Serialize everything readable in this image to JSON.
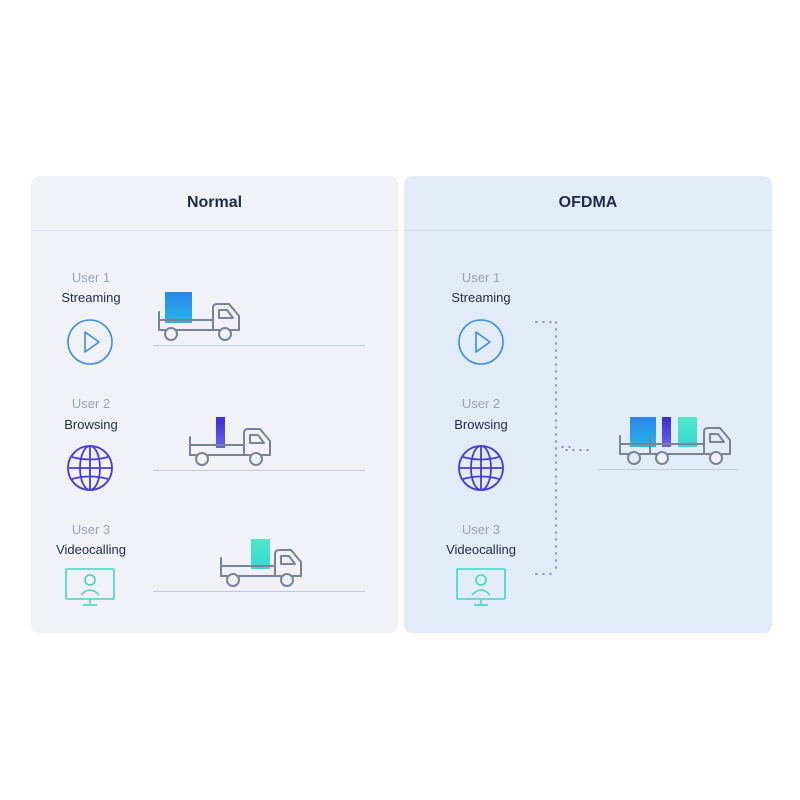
{
  "panels": {
    "normal": {
      "title": "Normal"
    },
    "ofdma": {
      "title": "OFDMA"
    }
  },
  "users": [
    {
      "number": "User 1",
      "type": "Streaming",
      "icon": "play-icon"
    },
    {
      "number": "User 2",
      "type": "Browsing",
      "icon": "globe-icon"
    },
    {
      "number": "User 3",
      "type": "Videocalling",
      "icon": "monitor-user-icon"
    }
  ],
  "colors": {
    "streaming_cargo": "#2b8be8",
    "browsing_cargo": "#4b3ad6",
    "videocall_cargo": "#3de3c6",
    "truck_outline": "#7a8296",
    "globe": "#4b3ad6",
    "play": "#3a8ee6",
    "monitor": "#3ed8c4"
  }
}
